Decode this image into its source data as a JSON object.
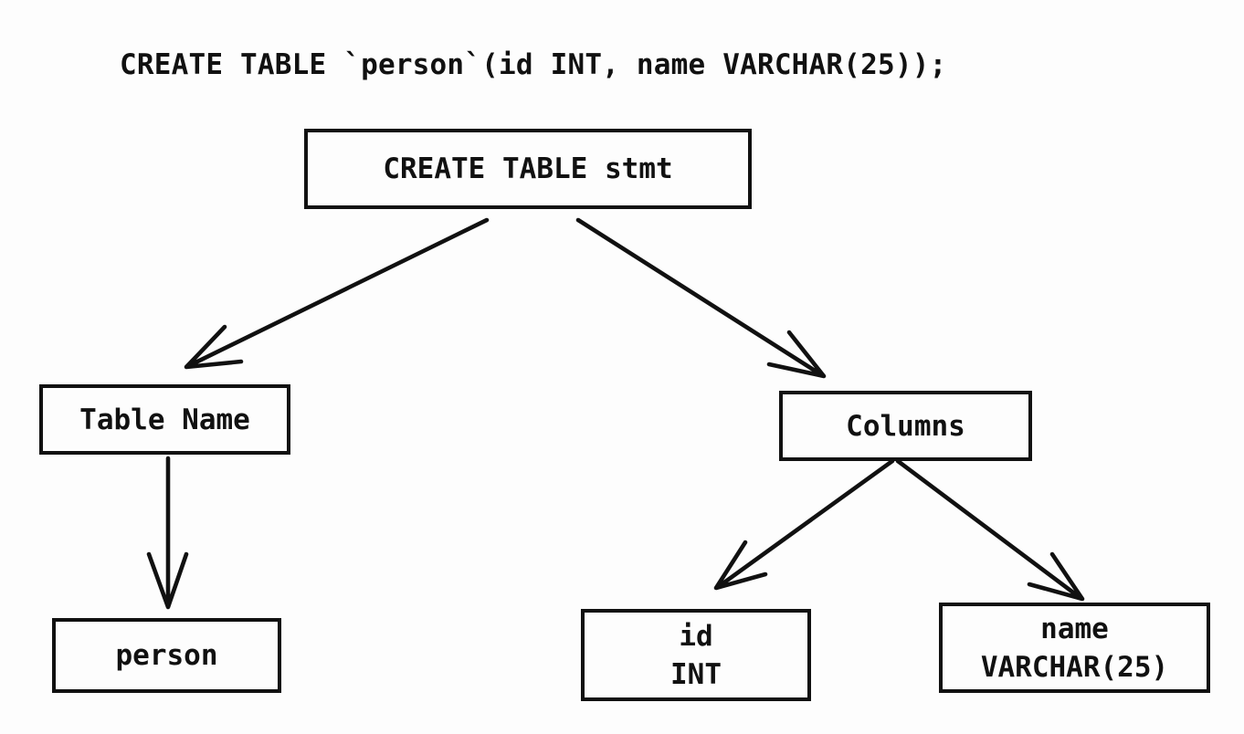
{
  "header": {
    "sql": "CREATE TABLE `person`(id INT, name VARCHAR(25));"
  },
  "tree": {
    "root": {
      "label": "CREATE TABLE stmt"
    },
    "table_name": {
      "label": "Table Name"
    },
    "columns": {
      "label": "Columns"
    },
    "person": {
      "label": "person"
    },
    "id_column": {
      "line1": "id",
      "line2": "INT"
    },
    "name_column": {
      "line1": "name",
      "line2": "VARCHAR(25)"
    },
    "edges": [
      {
        "from": "CREATE TABLE stmt",
        "to": "Table Name"
      },
      {
        "from": "CREATE TABLE stmt",
        "to": "Columns"
      },
      {
        "from": "Table Name",
        "to": "person"
      },
      {
        "from": "Columns",
        "to": "id INT"
      },
      {
        "from": "Columns",
        "to": "name VARCHAR(25)"
      }
    ]
  },
  "colors": {
    "ink": "#111111",
    "background": "#fdfdfd"
  }
}
